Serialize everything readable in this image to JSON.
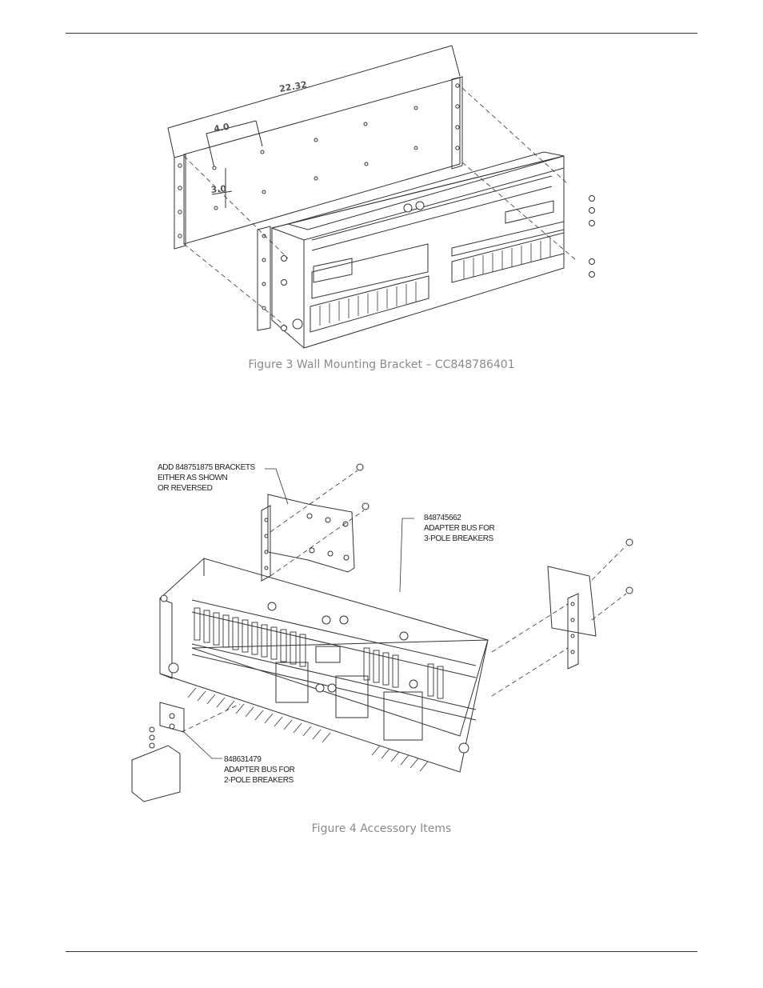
{
  "figure3": {
    "caption": "Figure 3 Wall Mounting Bracket – CC848786401",
    "dimensions": {
      "overall_width": "22.32",
      "hole_offset": "4.0",
      "hole_spacing": "3.0"
    }
  },
  "figure4": {
    "caption": "Figure 4 Accessory Items",
    "callouts": {
      "brackets": [
        "ADD 848751875 BRACKETS",
        "EITHER AS SHOWN",
        "OR REVERSED"
      ],
      "adapter3": [
        "848745662",
        "ADAPTER BUS FOR",
        "3-POLE BREAKERS"
      ],
      "adapter2": [
        "848631479",
        "ADAPTER BUS FOR",
        "2-POLE BREAKERS"
      ]
    }
  },
  "colors": {
    "line": "#333333",
    "caption": "#8a8a8a"
  }
}
